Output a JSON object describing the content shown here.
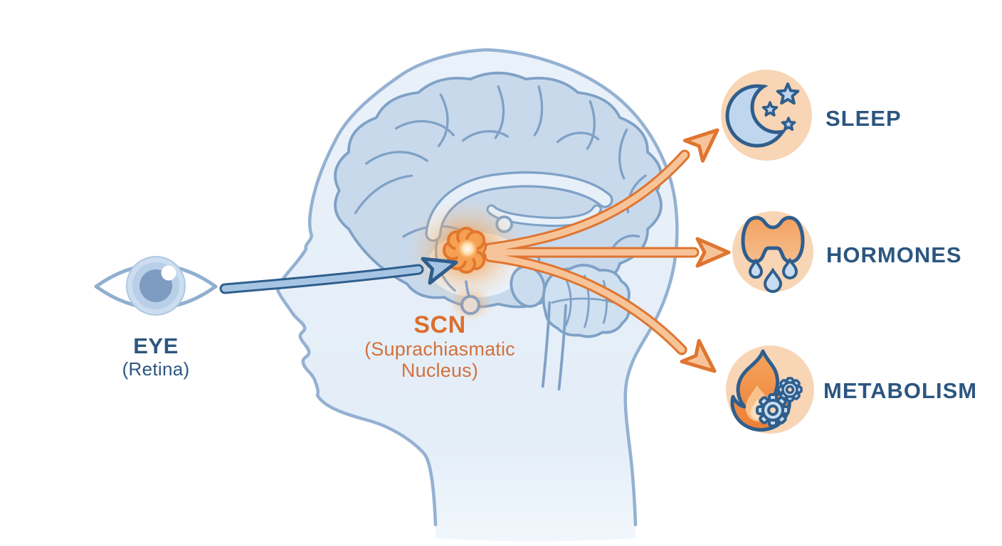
{
  "diagram": {
    "type": "flow-diagram",
    "subject": "circadian-rhythm-scn-pathway",
    "input_node": {
      "id": "eye",
      "label": "EYE",
      "sublabel": "(Retina)",
      "icon": "eye-icon",
      "label_color": "#2C5680"
    },
    "center_node": {
      "id": "scn",
      "label": "SCN",
      "sublabel_line1": "(Suprachiasmatic",
      "sublabel_line2": "Nucleus)",
      "label_color": "#DB6F2F",
      "location": "hypothalamus-in-brain-of-head-profile"
    },
    "output_nodes": [
      {
        "id": "sleep",
        "label": "SLEEP",
        "icon": "moon-and-stars-icon"
      },
      {
        "id": "hormones",
        "label": "HORMONES",
        "icon": "thyroid-gland-and-drops-icon"
      },
      {
        "id": "metabolism",
        "label": "METABOLISM",
        "icon": "flame-and-gears-icon"
      }
    ],
    "edges": [
      {
        "from": "eye",
        "to": "scn",
        "style": "blue-arrow",
        "color": "#2F5E8C"
      },
      {
        "from": "scn",
        "to": "sleep",
        "style": "orange-arrow",
        "color": "#DF7530"
      },
      {
        "from": "scn",
        "to": "hormones",
        "style": "orange-arrow",
        "color": "#DF7530"
      },
      {
        "from": "scn",
        "to": "metabolism",
        "style": "orange-arrow",
        "color": "#DF7530"
      }
    ],
    "colors": {
      "background": "#FFFFFF",
      "label_blue": "#2C5680",
      "label_orange": "#DB6F2F",
      "label_orange_sub": "#D2703C",
      "head_fill": "#E8F0F9",
      "head_outline": "#94B1D2",
      "brain_fill": "#C8D9EB",
      "brain_outline": "#7FA1C6",
      "icon_circle_fill": "#F8D5B5",
      "icon_outline_blue": "#2F5E8C",
      "icon_fill_blue": "#BFD6EE",
      "arrow_orange_fill": "#F7C49A",
      "arrow_orange_outline": "#DF7530",
      "arrow_blue_fill": "#A6C5E4",
      "arrow_blue_outline": "#2F5E8C",
      "scn_glow": "#F59A55",
      "thyroid_fill": "#F2A467",
      "flame_fill": "#EE8238"
    }
  }
}
